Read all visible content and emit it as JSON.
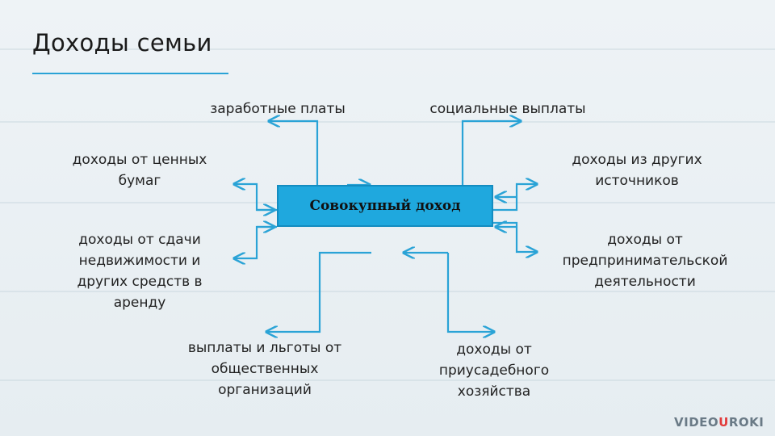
{
  "slide": {
    "title": "Доходы семьи",
    "center": "Совокупный доход",
    "sources": {
      "wages": "заработные платы",
      "social": "социальные выплаты",
      "securities_1": "доходы от ценных",
      "securities_2": "бумаг",
      "other_1": "доходы из других",
      "other_2": "источников",
      "rent_1": "доходы от сдачи",
      "rent_2": "недвижимости и",
      "rent_3": "других средств в",
      "rent_4": "аренду",
      "business_1": "доходы от",
      "business_2": "предпринимательской",
      "business_3": "деятельности",
      "public_1": "выплаты и льготы от",
      "public_2": "общественных",
      "public_3": "организаций",
      "household_1": "доходы от",
      "household_2": "приусадебного",
      "household_3": "хозяйства"
    },
    "logo": {
      "prefix": "VIDEO",
      "accent": "U",
      "suffix": "ROKI"
    }
  },
  "colors": {
    "box": "#1fa8de",
    "arrow": "#2aa3d6",
    "title_line": "#2aa3d6"
  }
}
